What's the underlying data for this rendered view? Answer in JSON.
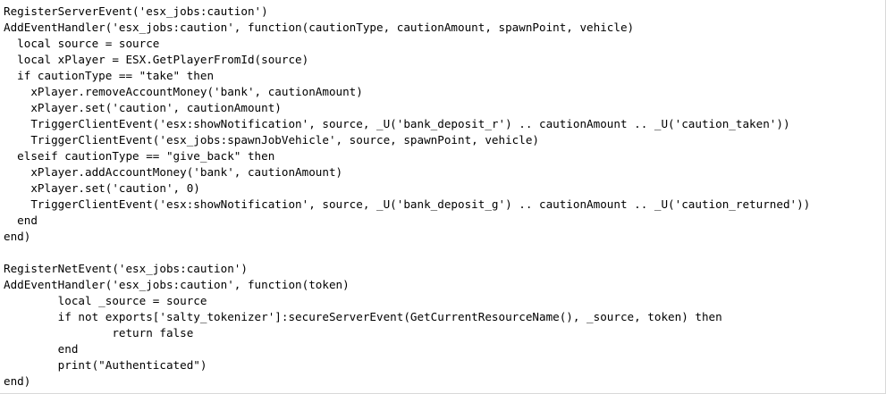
{
  "editor": {
    "lines": [
      "RegisterServerEvent('esx_jobs:caution')",
      "AddEventHandler('esx_jobs:caution', function(cautionType, cautionAmount, spawnPoint, vehicle)",
      "  local source = source",
      "  local xPlayer = ESX.GetPlayerFromId(source)",
      "  if cautionType == \"take\" then",
      "    xPlayer.removeAccountMoney('bank', cautionAmount)",
      "    xPlayer.set('caution', cautionAmount)",
      "    TriggerClientEvent('esx:showNotification', source, _U('bank_deposit_r') .. cautionAmount .. _U('caution_taken'))",
      "    TriggerClientEvent('esx_jobs:spawnJobVehicle', source, spawnPoint, vehicle)",
      "  elseif cautionType == \"give_back\" then",
      "    xPlayer.addAccountMoney('bank', cautionAmount)",
      "    xPlayer.set('caution', 0)",
      "    TriggerClientEvent('esx:showNotification', source, _U('bank_deposit_g') .. cautionAmount .. _U('caution_returned'))",
      "  end",
      "end)",
      "",
      "RegisterNetEvent('esx_jobs:caution')",
      "AddEventHandler('esx_jobs:caution', function(token)",
      "        local _source = source",
      "        if not exports['salty_tokenizer']:secureServerEvent(GetCurrentResourceName(), _source, token) then",
      "                return false",
      "        end",
      "        print(\"Authenticated\")",
      "end)"
    ]
  }
}
